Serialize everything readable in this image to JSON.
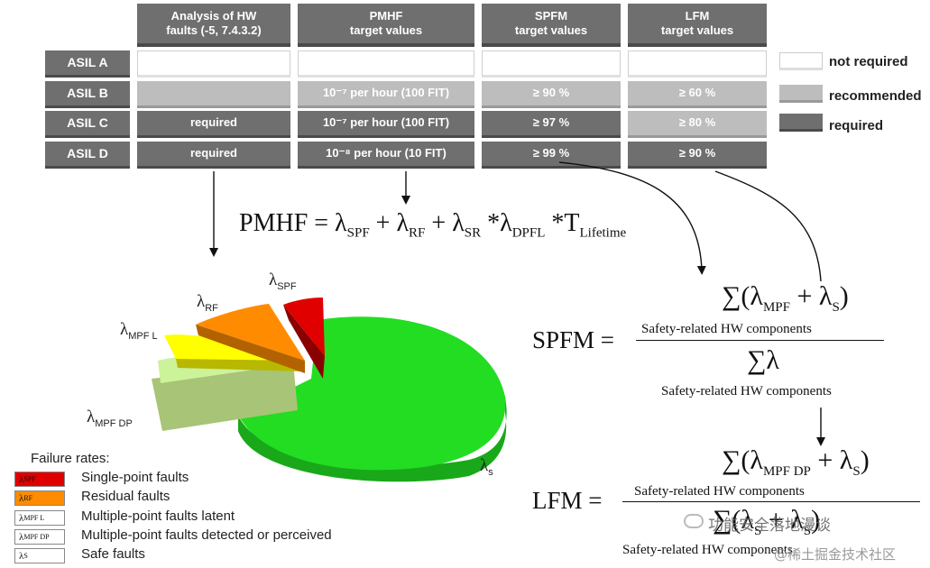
{
  "table": {
    "headers": [
      "Analysis of HW\nfaults (-5, 7.4.3.2)",
      "PMHF\ntarget values",
      "SPFM\ntarget values",
      "LFM\ntarget values"
    ],
    "rows": [
      {
        "label": "ASIL A",
        "analysis": "",
        "pmhf": "",
        "spfm": "",
        "lfm": ""
      },
      {
        "label": "ASIL B",
        "analysis": "",
        "pmhf": "10⁻⁷ per hour (100 FIT)",
        "spfm": "≥ 90 %",
        "lfm": "≥ 60 %"
      },
      {
        "label": "ASIL C",
        "analysis": "required",
        "pmhf": "10⁻⁷ per hour (100 FIT)",
        "spfm": "≥ 97 %",
        "lfm": "≥ 80 %"
      },
      {
        "label": "ASIL D",
        "analysis": "required",
        "pmhf": "10⁻⁸ per hour (10 FIT)",
        "spfm": "≥ 99 %",
        "lfm": "≥ 90 %"
      }
    ]
  },
  "legend": {
    "not_required": "not required",
    "recommended": "recommended",
    "required": "required"
  },
  "formulas": {
    "pmhf_lhs": "PMHF",
    "pmhf_rhs": "= λ",
    "spfm_lhs": "SPFM =",
    "lfm_lhs": "LFM =",
    "sum_under": "Safety-related HW components"
  },
  "pie_labels": {
    "spf": "SPF",
    "rf": "RF",
    "mpfl": "MPF L",
    "mpfdp": "MPF DP",
    "s": "s"
  },
  "failure_rates": {
    "title": "Failure rates:",
    "items": [
      {
        "sub": "SPF",
        "label": "Single-point faults",
        "color": "#e00000"
      },
      {
        "sub": "RF",
        "label": "Residual faults",
        "color": "#ff8c00"
      },
      {
        "sub": "MPF L",
        "label": "Multiple-point faults latent",
        "color": "#ffffff"
      },
      {
        "sub": "MPF DP",
        "label": "Multiple-point faults detected or perceived",
        "color": "#ffffff"
      },
      {
        "sub": "S",
        "label": "Safe faults",
        "color": "#ffffff"
      }
    ]
  },
  "watermark": {
    "line1": "功能安全落地漫谈",
    "line2": "@稀土掘金技术社区"
  },
  "colors": {
    "dark": "#6f6f6f",
    "light": "#bdbdbd",
    "spf": "#e00000",
    "rf": "#ff8c00",
    "mpfl": "#ffff00",
    "mpfdp": "#ccf29a",
    "safe": "#22dd22"
  }
}
